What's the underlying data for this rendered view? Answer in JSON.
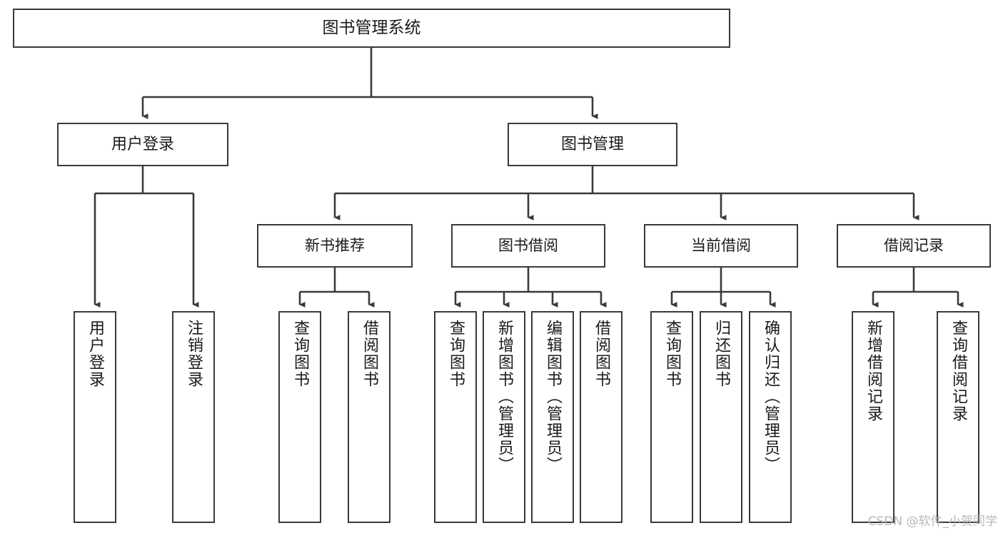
{
  "diagram": {
    "title": "图书管理系统",
    "type": "tree-hierarchy",
    "watermark": "CSDN @软件_小贺同学",
    "colors": {
      "stroke": "#3a3a3a",
      "fill": "#ffffff",
      "text": "#1a1a1a",
      "watermark": "#b9b9b9"
    },
    "nodes": {
      "root": {
        "label": "图书管理系统"
      },
      "level1": [
        {
          "id": "user-login",
          "label": "用户登录"
        },
        {
          "id": "book-manage",
          "label": "图书管理"
        }
      ],
      "level2": [
        {
          "id": "new-book-rec",
          "label": "新书推荐"
        },
        {
          "id": "book-borrow",
          "label": "图书借阅"
        },
        {
          "id": "current-borrow",
          "label": "当前借阅"
        },
        {
          "id": "borrow-record",
          "label": "借阅记录"
        }
      ],
      "leaves": [
        {
          "id": "leaf-user-login",
          "label": "用户登录",
          "parent": "user-login"
        },
        {
          "id": "leaf-user-logout",
          "label": "注销登录",
          "parent": "user-login"
        },
        {
          "id": "leaf-query-book-1",
          "label": "查询图书",
          "parent": "new-book-rec"
        },
        {
          "id": "leaf-borrow-book-1",
          "label": "借阅图书",
          "parent": "new-book-rec"
        },
        {
          "id": "leaf-query-book-2",
          "label": "查询图书",
          "parent": "book-borrow"
        },
        {
          "id": "leaf-add-book",
          "label": "新增图书（管理员）",
          "parent": "book-borrow"
        },
        {
          "id": "leaf-edit-book",
          "label": "编辑图书（管理员）",
          "parent": "book-borrow"
        },
        {
          "id": "leaf-borrow-book-2",
          "label": "借阅图书",
          "parent": "book-borrow"
        },
        {
          "id": "leaf-query-book-3",
          "label": "查询图书",
          "parent": "current-borrow"
        },
        {
          "id": "leaf-return-book",
          "label": "归还图书",
          "parent": "current-borrow"
        },
        {
          "id": "leaf-confirm-return",
          "label": "确认归还（管理员）",
          "parent": "current-borrow"
        },
        {
          "id": "leaf-add-record",
          "label": "新增借阅记录",
          "parent": "borrow-record"
        },
        {
          "id": "leaf-query-record",
          "label": "查询借阅记录",
          "parent": "borrow-record"
        }
      ]
    }
  }
}
